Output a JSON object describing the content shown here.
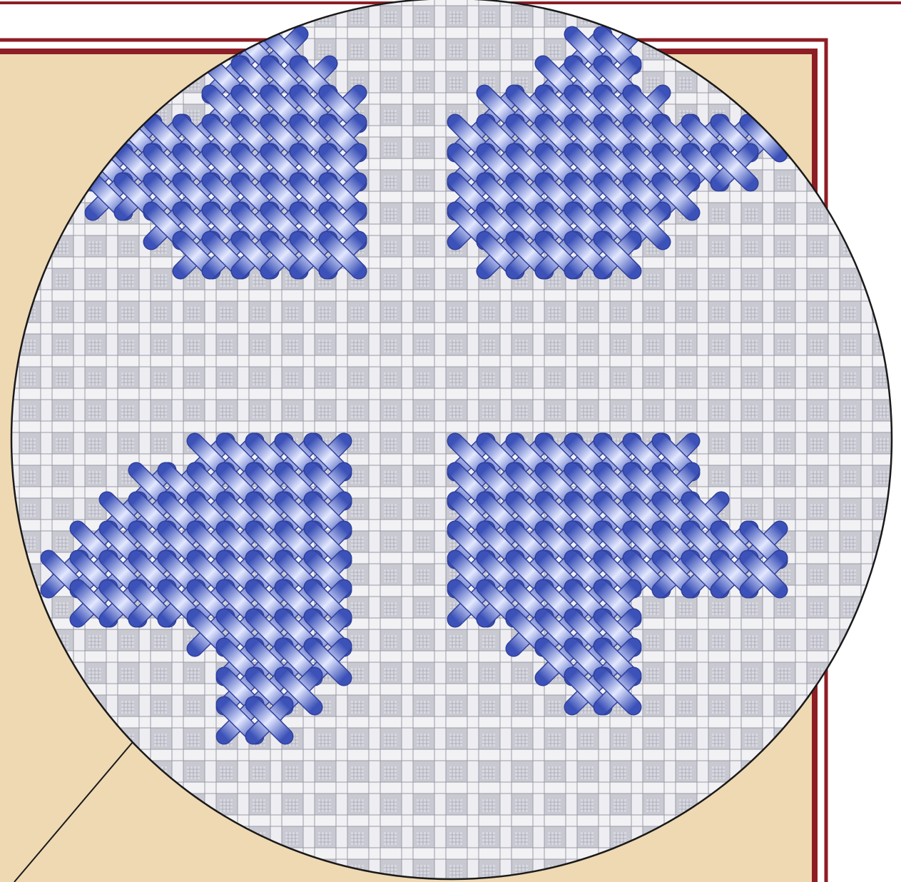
{
  "figure": {
    "page_background": "#ffffff",
    "parchment_color": "#eed9b3",
    "border_color": "#8e1e25",
    "canvas_thread_color": "#e9e9ee",
    "canvas_thread_shadow": "#9a9aa8",
    "stitch_color": "#4a5fc0",
    "stitch_highlight": "#e3e8ff",
    "stitch_outline": "#2f3f9a",
    "magnifier_outline": "#1a1a1a",
    "motif": {
      "name": "snowflake",
      "quadrants": 4,
      "stitch_type": "cross-stitch"
    }
  }
}
